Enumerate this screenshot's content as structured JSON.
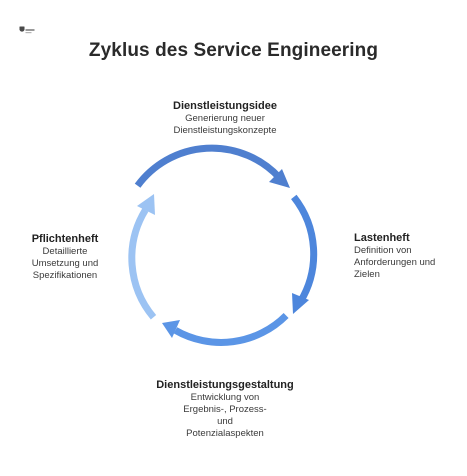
{
  "diagram": {
    "title": "Zyklus des Service Engineering",
    "colors": {
      "arrow_top": "#4f7fcf",
      "arrow_right": "#4d86dc",
      "arrow_bottom": "#5b95e6",
      "arrow_left": "#9cc3f3"
    },
    "stages": [
      {
        "title": "Dienstleistungsidee",
        "description": "Generierung neuer\nDienstleistungskonzepte"
      },
      {
        "title": "Lastenheft",
        "description": "Definition von\nAnforderungen und\nZielen"
      },
      {
        "title": "Dienstleistungsgestaltung",
        "description": "Entwicklung von\nErgebnis-, Prozess-\nund\nPotenzialaspekten"
      },
      {
        "title": "Pflichtenheft",
        "description": "Detaillierte\nUmsetzung und\nSpezifikationen"
      }
    ]
  }
}
